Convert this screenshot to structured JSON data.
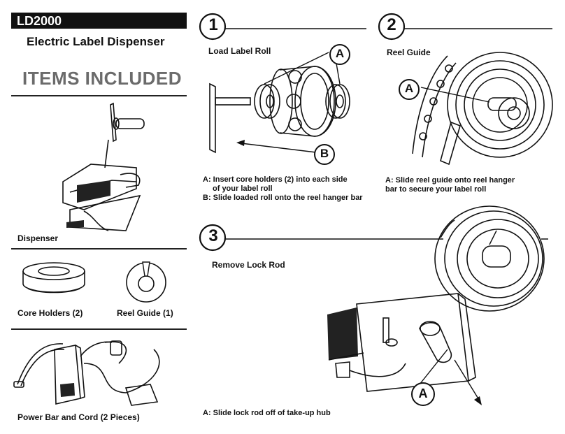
{
  "header": {
    "model": "LD2000",
    "product_name": "Electric Label Dispenser"
  },
  "items_included": {
    "title": "ITEMS INCLUDED",
    "dispenser": "Dispenser",
    "core_holders": "Core Holders (2)",
    "reel_guide": "Reel Guide (1)",
    "power": "Power Bar and Cord (2 Pieces)"
  },
  "step1": {
    "number": "1",
    "title": "Load Label Roll",
    "callout_a": "A",
    "callout_b": "B",
    "line_a": "A: Insert core holders (2) into each side",
    "line_a2": "of your label roll",
    "line_b": "B: Slide loaded roll onto the reel hanger bar"
  },
  "step2": {
    "number": "2",
    "title": "Reel Guide",
    "callout_a": "A",
    "line_a": "A: Slide reel guide onto reel hanger",
    "line_a2": "bar to secure your label roll"
  },
  "step3": {
    "number": "3",
    "title": "Remove Lock Rod",
    "callout_a": "A",
    "line_a": "A: Slide lock rod off of take-up hub"
  }
}
